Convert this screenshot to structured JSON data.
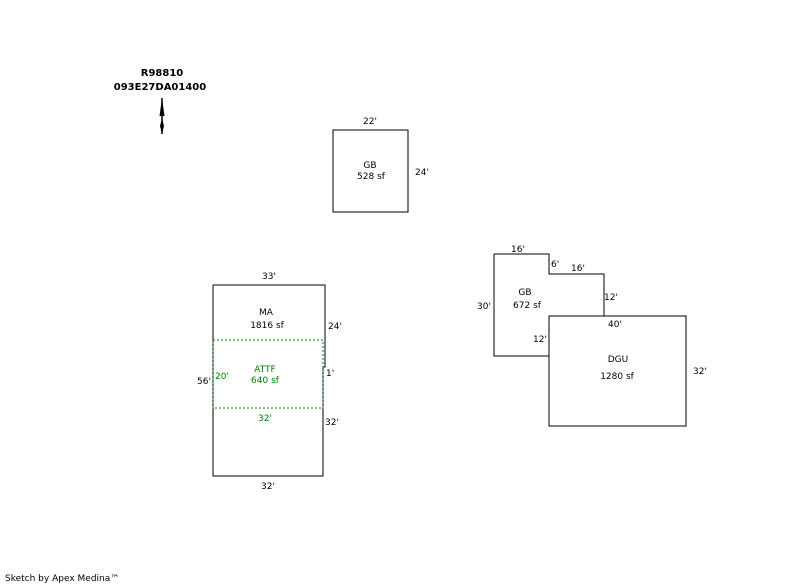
{
  "header": {
    "parcel_id": "R98810",
    "account_no": "093E27DA01400"
  },
  "north_arrow": {
    "icon": "north-arrow-icon"
  },
  "areas": {
    "ma": {
      "label": "MA",
      "area": "1816 sf",
      "dim_top": "33'",
      "dim_right_upper": "24'",
      "dim_left": "56'",
      "dim_right_lower": "32'",
      "dim_bottom": "32'",
      "dim_step": "1'"
    },
    "attf": {
      "label": "ATTF",
      "area": "640 sf",
      "dim_left": "20'",
      "dim_bottom": "32'"
    },
    "gb_small": {
      "label": "GB",
      "area": "528 sf",
      "dim_top": "22'",
      "dim_right": "24'"
    },
    "gb_large": {
      "label": "GB",
      "area": "672 sf",
      "dim_top": "16'",
      "dim_left": "30'",
      "dim_notch_down": "6'",
      "dim_notch_over": "16'",
      "dim_right": "12'",
      "dim_bottom_right": "12'"
    },
    "dgu": {
      "label": "DGU",
      "area": "1280 sf",
      "dim_top": "40'",
      "dim_right": "32'"
    }
  },
  "footer": {
    "credit": "Sketch by Apex Medina™"
  },
  "colors": {
    "line": "#000000",
    "attached": "#008000"
  }
}
